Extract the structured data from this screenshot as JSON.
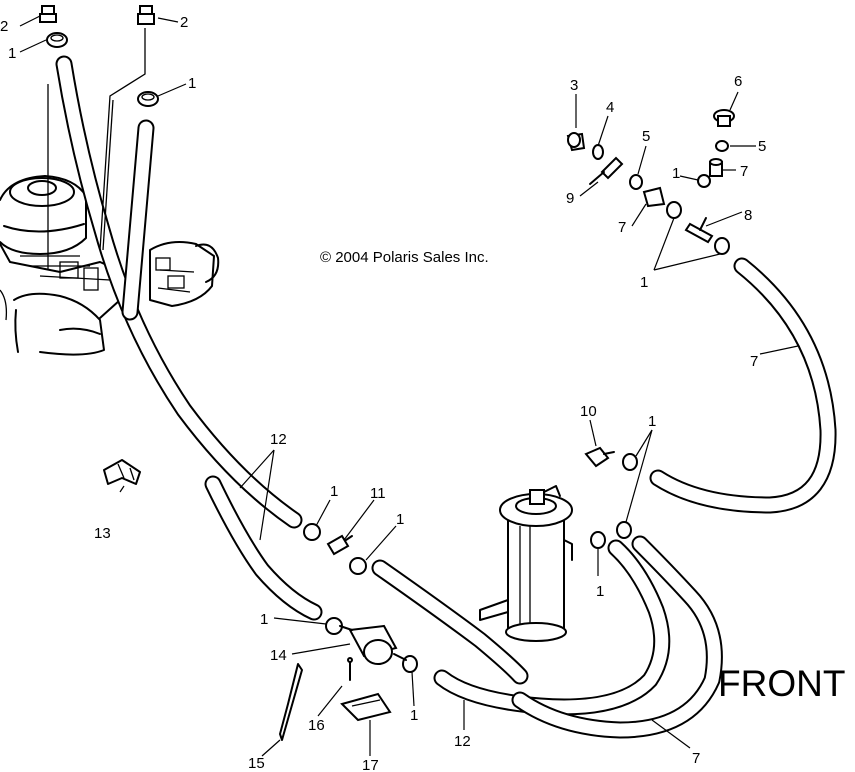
{
  "copyright": "© 2004 Polaris Sales Inc.",
  "orientation_label": "FRONT",
  "callouts": [
    {
      "id": "c2a",
      "text": "2"
    },
    {
      "id": "c1a",
      "text": "1"
    },
    {
      "id": "c2b",
      "text": "2"
    },
    {
      "id": "c1b",
      "text": "1"
    },
    {
      "id": "c3",
      "text": "3"
    },
    {
      "id": "c4",
      "text": "4"
    },
    {
      "id": "c6",
      "text": "6"
    },
    {
      "id": "c5a",
      "text": "5"
    },
    {
      "id": "c5b",
      "text": "5"
    },
    {
      "id": "c1c",
      "text": "1"
    },
    {
      "id": "c7a",
      "text": "7"
    },
    {
      "id": "c9",
      "text": "9"
    },
    {
      "id": "c7b",
      "text": "7"
    },
    {
      "id": "c8",
      "text": "8"
    },
    {
      "id": "c1d",
      "text": "1"
    },
    {
      "id": "c7c",
      "text": "7"
    },
    {
      "id": "c12a",
      "text": "12"
    },
    {
      "id": "c10",
      "text": "10"
    },
    {
      "id": "c1e",
      "text": "1"
    },
    {
      "id": "c1f",
      "text": "1"
    },
    {
      "id": "c11",
      "text": "11"
    },
    {
      "id": "c1g",
      "text": "1"
    },
    {
      "id": "c13",
      "text": "13"
    },
    {
      "id": "c1h",
      "text": "1"
    },
    {
      "id": "c1i",
      "text": "1"
    },
    {
      "id": "c14",
      "text": "14"
    },
    {
      "id": "c1j",
      "text": "1"
    },
    {
      "id": "c16",
      "text": "16"
    },
    {
      "id": "c12b",
      "text": "12"
    },
    {
      "id": "c15",
      "text": "15"
    },
    {
      "id": "c17",
      "text": "17"
    },
    {
      "id": "c7d",
      "text": "7"
    }
  ]
}
